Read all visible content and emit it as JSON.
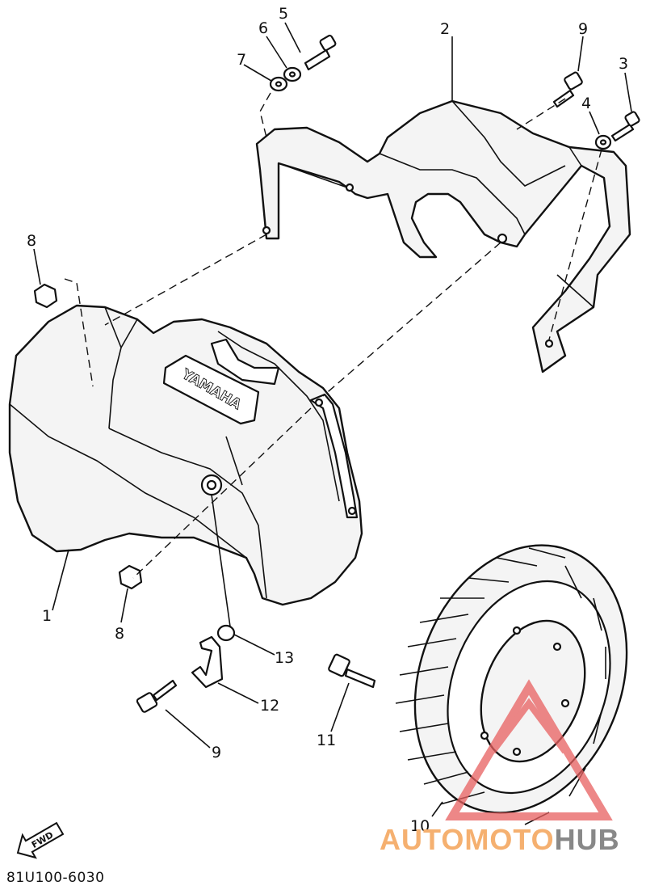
{
  "callouts": [
    "1",
    "2",
    "3",
    "4",
    "5",
    "6",
    "7",
    "8",
    "8",
    "9",
    "9",
    "10",
    "11",
    "12",
    "13"
  ],
  "cover_logo": "YAMAHA",
  "fwd_arrow_label": "FWD",
  "drawing_code": "81U100-6030",
  "watermark": {
    "part1": "AUTOMOTO",
    "part2": "HUB"
  },
  "colors": {
    "line": "#111111",
    "watermark_orange": "#f5b070",
    "watermark_grey": "#888888",
    "watermark_triangle": "#e86060"
  }
}
